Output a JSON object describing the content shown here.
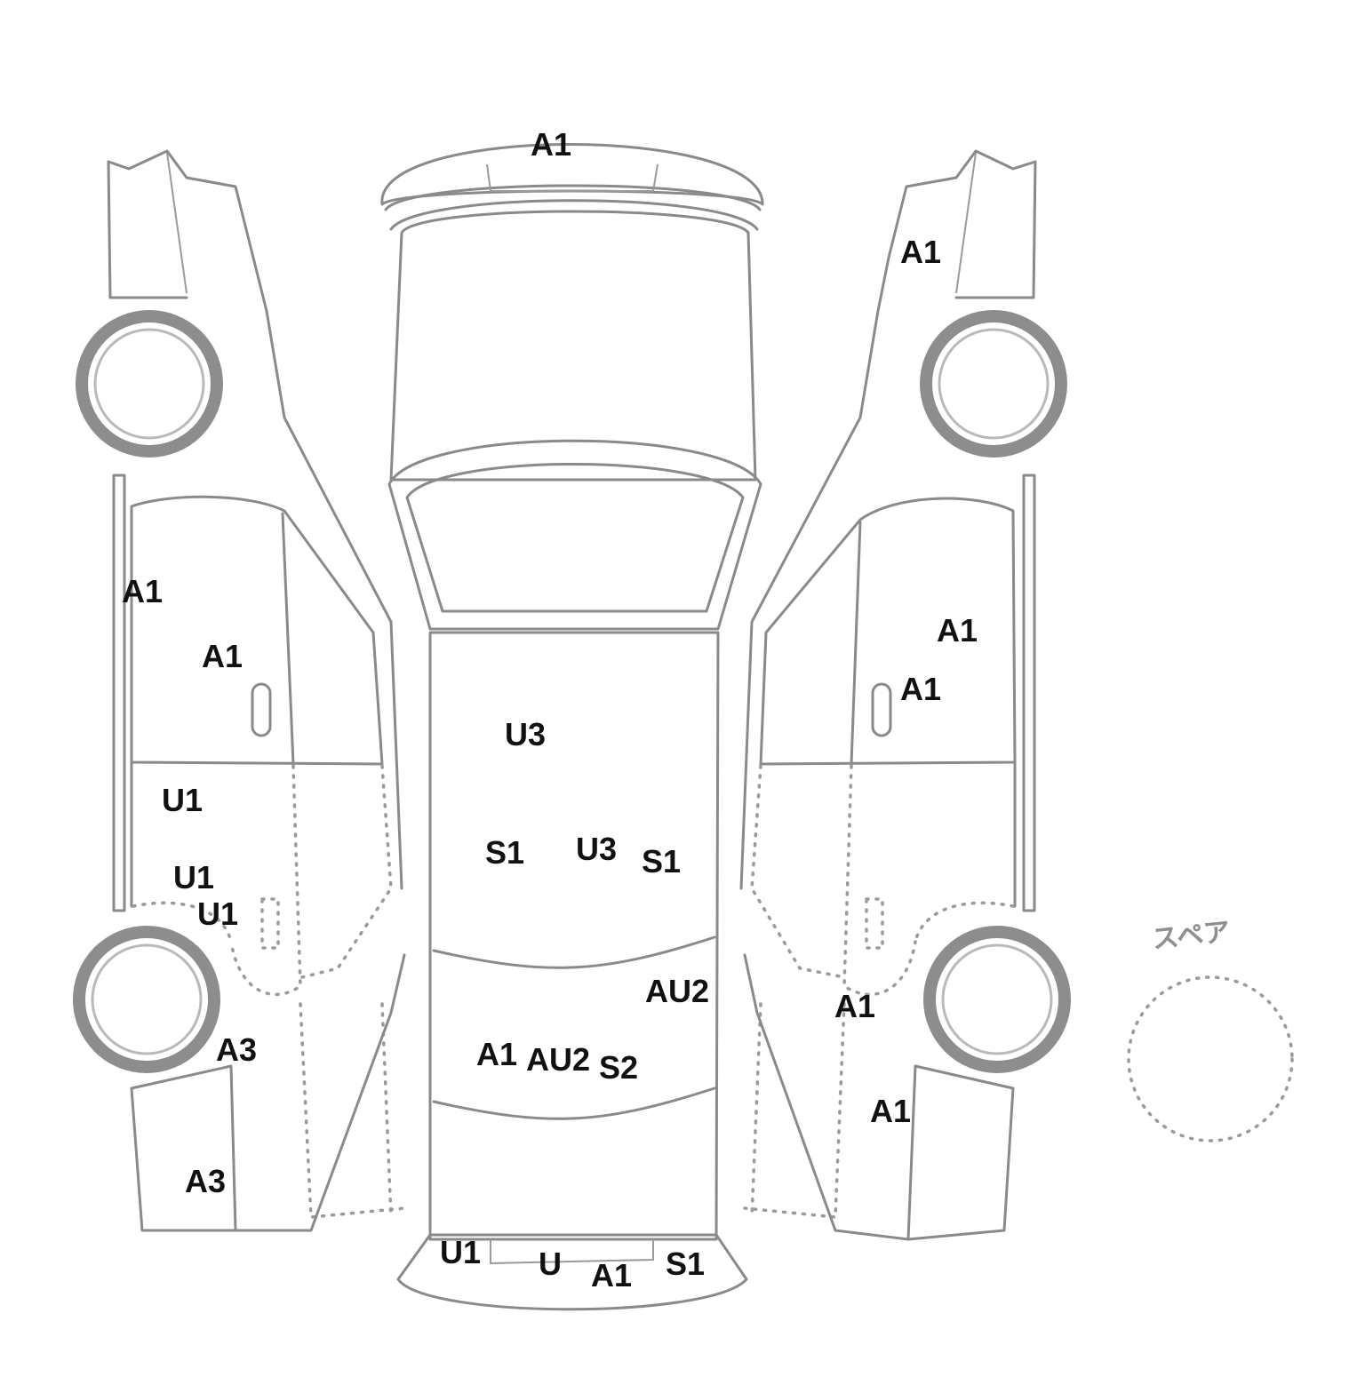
{
  "spare_label": "スペア",
  "colors": {
    "line": "#8a8a8a",
    "text": "#111111",
    "spare": "#8f8f8f"
  },
  "marks": [
    {
      "code": "A1",
      "part": "rear-spoiler"
    },
    {
      "code": "A1",
      "part": "right-rear-quarter"
    },
    {
      "code": "A1",
      "part": "left-roof-rail"
    },
    {
      "code": "A1",
      "part": "left-rear-door"
    },
    {
      "code": "A1",
      "part": "right-rear-door-upper"
    },
    {
      "code": "A1",
      "part": "right-rear-door"
    },
    {
      "code": "U3",
      "part": "roof-front"
    },
    {
      "code": "U1",
      "part": "left-front-door"
    },
    {
      "code": "S1",
      "part": "roof-left"
    },
    {
      "code": "U3",
      "part": "roof-center"
    },
    {
      "code": "S1",
      "part": "roof-right"
    },
    {
      "code": "U1",
      "part": "left-front-door-lower"
    },
    {
      "code": "U1",
      "part": "left-rocker"
    },
    {
      "code": "AU2",
      "part": "windshield-right"
    },
    {
      "code": "A1",
      "part": "right-front-door"
    },
    {
      "code": "A3",
      "part": "left-front-fender"
    },
    {
      "code": "A1",
      "part": "hood-left"
    },
    {
      "code": "AU2",
      "part": "hood-center"
    },
    {
      "code": "S2",
      "part": "hood-right"
    },
    {
      "code": "A1",
      "part": "right-front-fender"
    },
    {
      "code": "A3",
      "part": "left-front-bumper"
    },
    {
      "code": "U1",
      "part": "front-bumper-left"
    },
    {
      "code": "U",
      "part": "front-bumper-center"
    },
    {
      "code": "A1",
      "part": "front-bumper-center-right"
    },
    {
      "code": "S1",
      "part": "front-bumper-right"
    }
  ]
}
